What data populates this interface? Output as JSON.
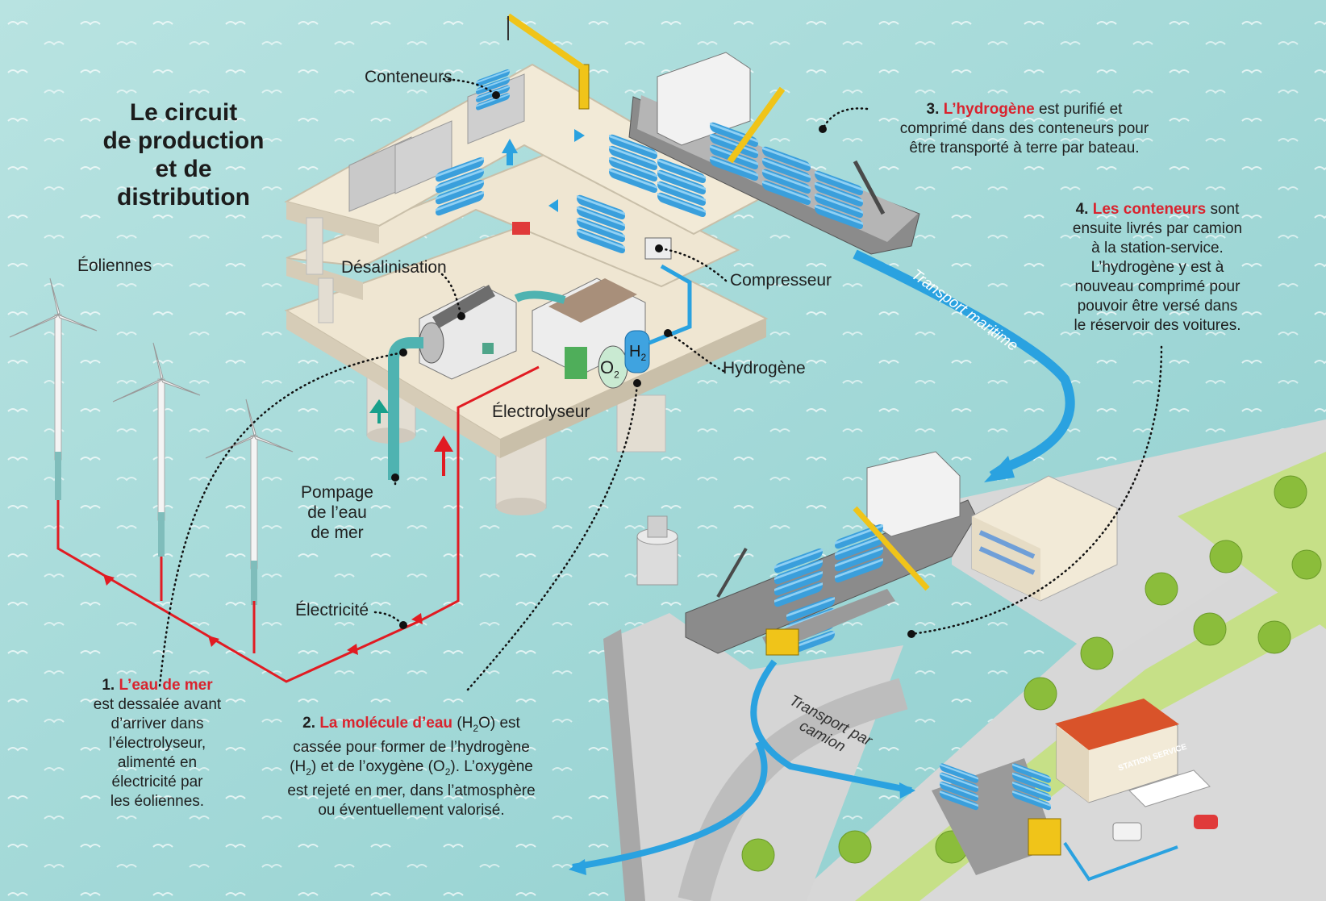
{
  "title": [
    "Le circuit",
    "de production",
    "et de",
    "distribution"
  ],
  "labels": {
    "eoliennes": "Éoliennes",
    "conteneurs": "Conteneurs",
    "desalinisation": "Désalinisation",
    "compresseur": "Compresseur",
    "hydrogene": "Hydrogène",
    "electrolyseur": "Électrolyseur",
    "pompage": [
      "Pompage",
      "de l’eau",
      "de mer"
    ],
    "electricite": "Électricité",
    "o2": "O",
    "o2_sub": "2",
    "h2": "H",
    "h2_sub": "2",
    "transport_maritime": "Transport maritime",
    "transport_camion": [
      "Transport par",
      "camion"
    ],
    "station_service": "STATION SERVICE"
  },
  "steps": {
    "s1": {
      "num": "1.",
      "highlight": "L’eau de mer",
      "lines": [
        "est dessalée avant",
        "d’arriver dans",
        "l’électrolyseur,",
        "alimenté en",
        "électricité par",
        "les éoliennes."
      ]
    },
    "s2": {
      "num": "2.",
      "highlight": "La molécule d’eau",
      "l1a": "(H",
      "l1sub": "2",
      "l1b": "O) est",
      "l2": "cassée pour former de l’hydrogène",
      "l3a": "(H",
      "l3sub": "2",
      "l3b": ") et de l’oxygène (O",
      "l3sub2": "2",
      "l3c": "). L’oxygène",
      "l4": "est rejeté en mer, dans l’atmosphère",
      "l5": "ou éventuellement valorisé."
    },
    "s3": {
      "num": "3.",
      "highlight": "L’hydrogène",
      "rest": "est purifié et",
      "lines": [
        "comprimé dans des conteneurs pour",
        "être transporté à terre par bateau."
      ]
    },
    "s4": {
      "num": "4.",
      "highlight": "Les conteneurs",
      "rest": "sont",
      "lines": [
        "ensuite livrés par camion",
        "à la station-service.",
        "L’hydrogène y est à",
        "nouveau comprimé pour",
        "pouvoir être versé dans",
        "le réservoir des voitures."
      ]
    }
  },
  "colors": {
    "sea": "#9fd6d6",
    "platform": "#efe6d2",
    "land": "#d9d9d9",
    "grass": "#c8e08a",
    "electric": "#e11b22",
    "hydrogen_flow": "#2aa2e0",
    "accent_red": "#d9232e"
  }
}
